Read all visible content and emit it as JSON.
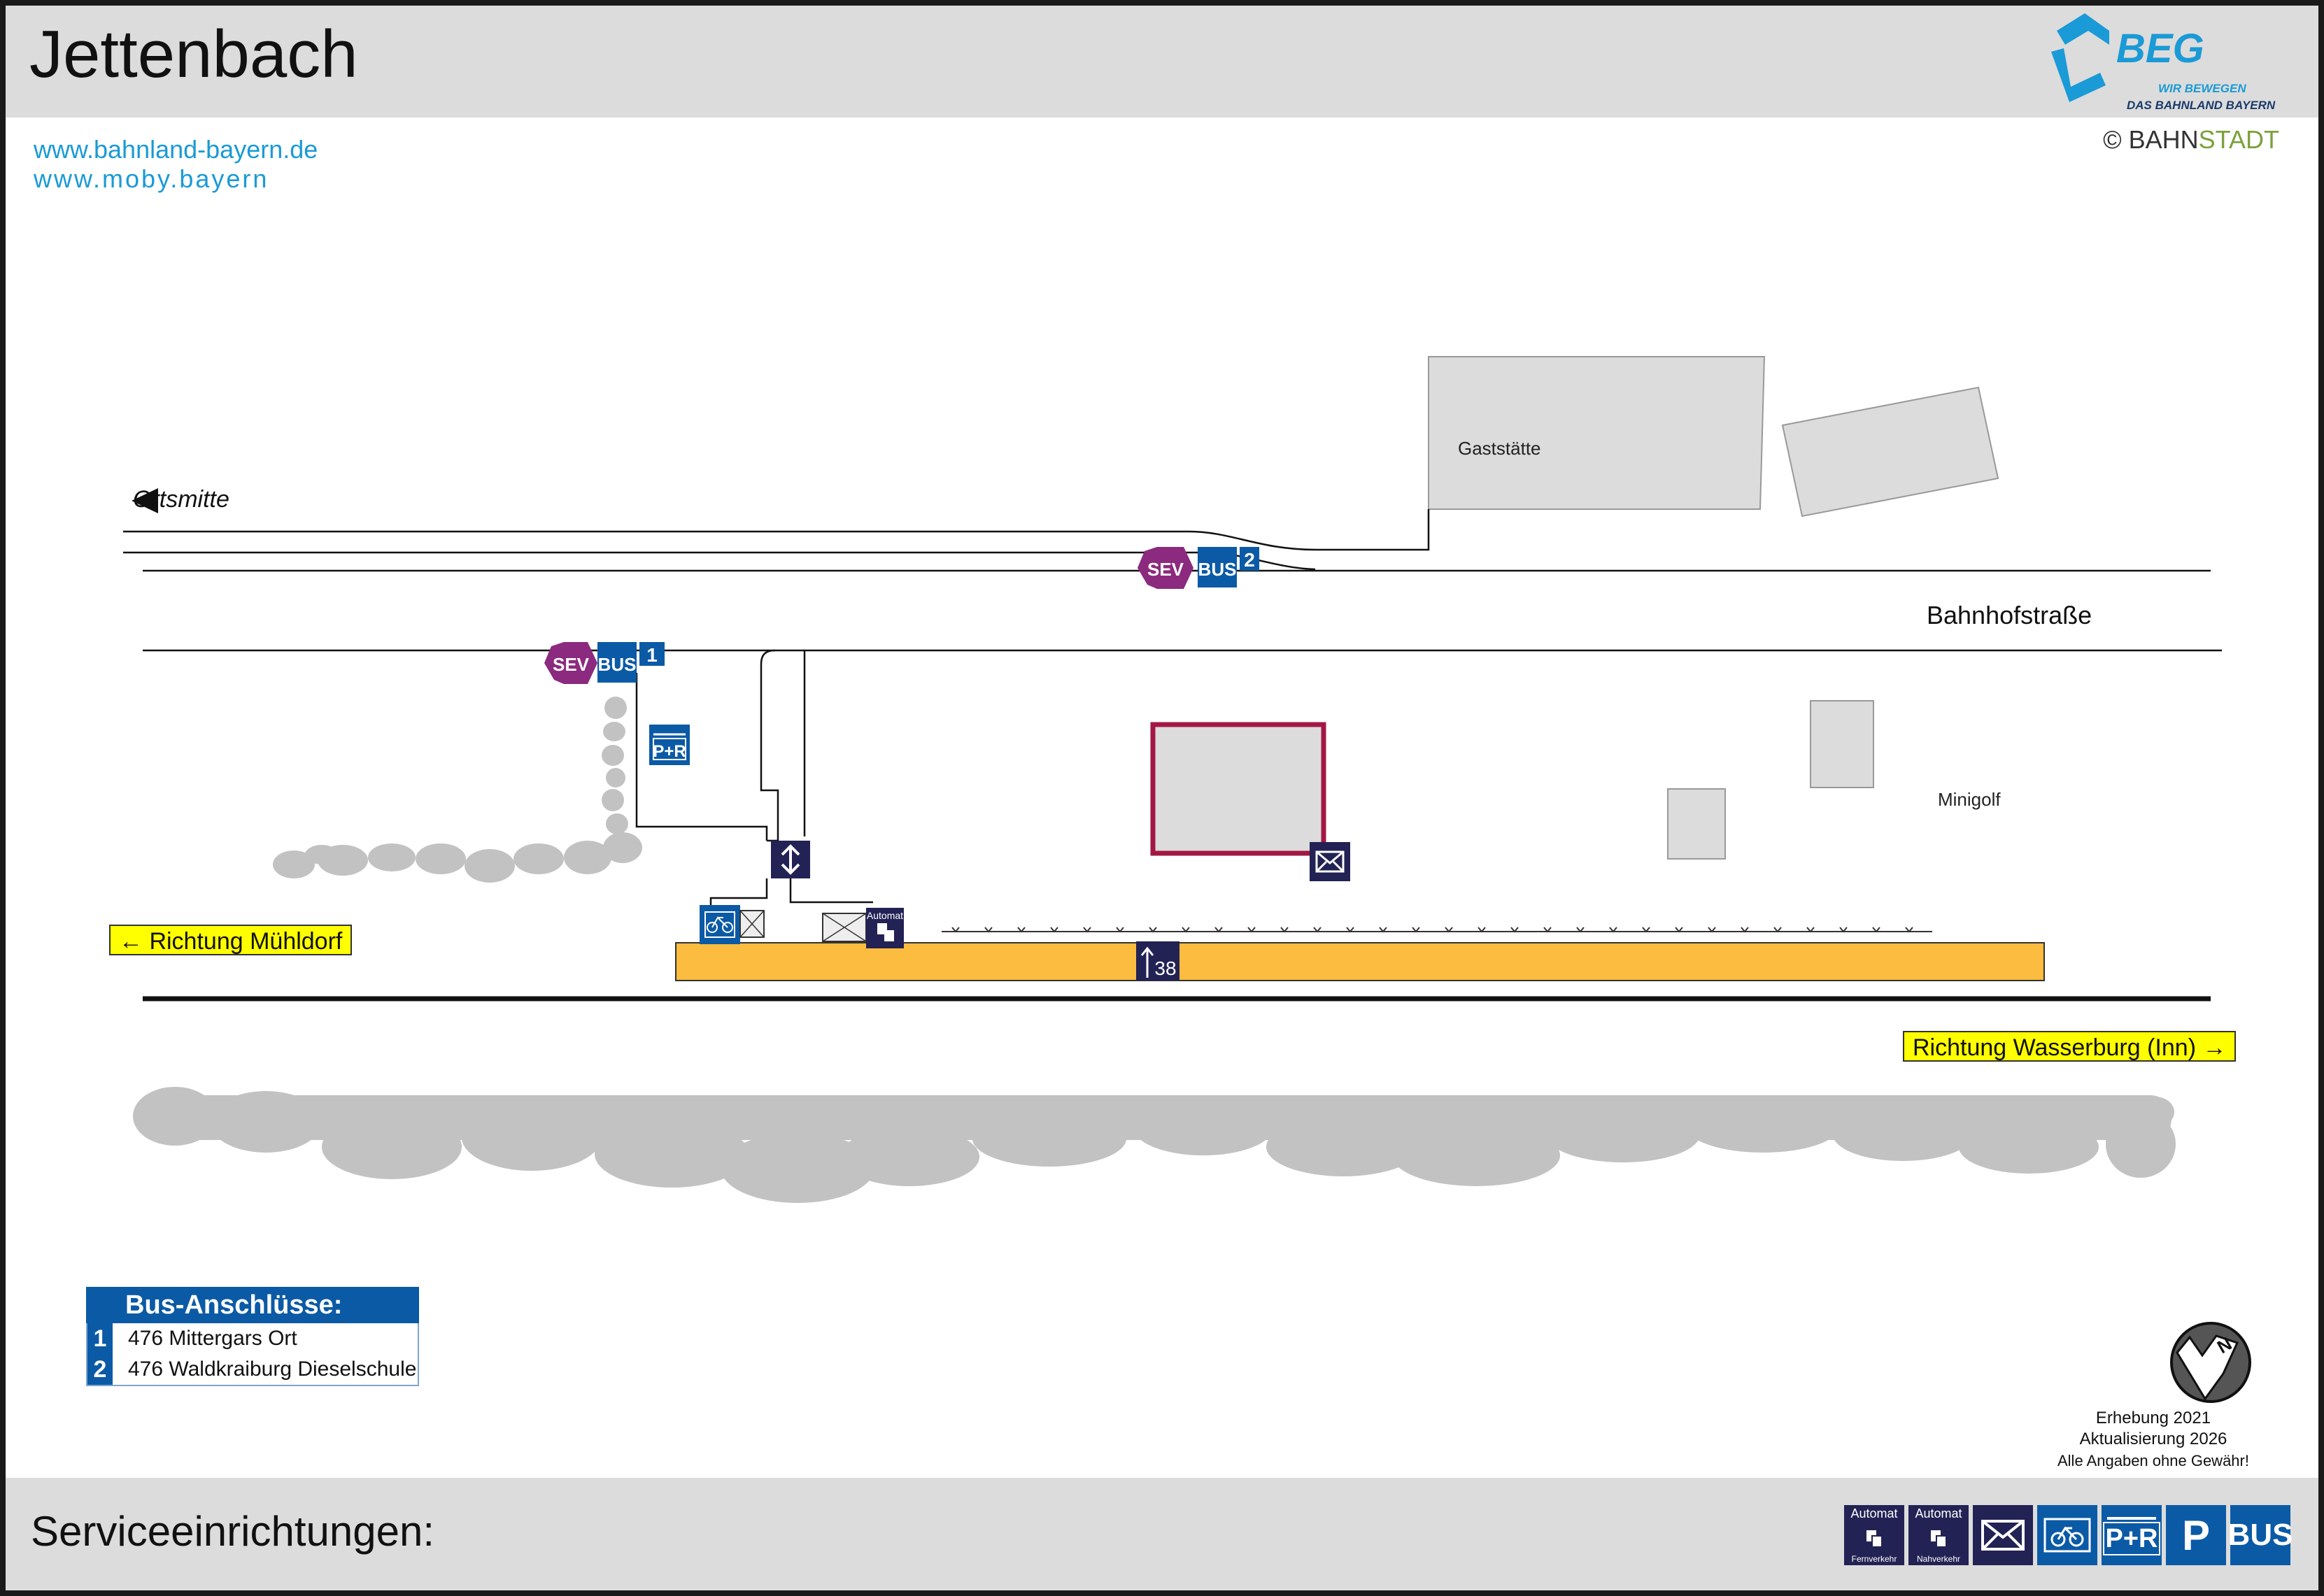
{
  "header": {
    "title": "Jettenbach"
  },
  "links": [
    "www.bahnland-bayern.de",
    "www.moby.bayern"
  ],
  "logo": {
    "name": "BEG",
    "tagline1": "WIR BEWEGEN",
    "tagline2": "DAS BAHNLAND BAYERN"
  },
  "copyright": {
    "symbol": "©",
    "part1": "BAHN",
    "part2": "STADT"
  },
  "map": {
    "ortsmitte": "Ortsmitte",
    "street": "Bahnhofstraße",
    "gaststaette": "Gaststätte",
    "minigolf": "Minigolf",
    "dir_left": "← Richtung Mühldorf",
    "dir_right": "Richtung Wasserburg (Inn) →",
    "platform_length": "38",
    "sev": "SEV",
    "bus": "BUS",
    "stop1": "1",
    "stop2": "2",
    "pr": "P+R",
    "automat": "Automat"
  },
  "bus_connections": {
    "title": "Bus-Anschlüsse:",
    "rows": [
      {
        "num": "1",
        "text": "476 Mittergars Ort"
      },
      {
        "num": "2",
        "text": "476 Waldkraiburg Dieselschule"
      }
    ]
  },
  "survey": {
    "line1": "Erhebung 2021",
    "line2": "Aktualisierung 2026",
    "line3": "Alle Angaben ohne Gewähr!"
  },
  "compass": "N",
  "services": {
    "title": "Serviceeinrichtungen:",
    "automat": "Automat",
    "fern": "Fernverkehr",
    "nah": "Nahverkehr",
    "pr": "P+R",
    "p": "P",
    "bus": "BUS"
  },
  "colors": {
    "beg_blue": "#1a9ad6",
    "bus_blue": "#0b5aa6",
    "sev_purple": "#8b2a7e",
    "navy": "#222255",
    "platform": "#fbbc3f",
    "direction": "#ffff00",
    "station_building": "#a31744",
    "building_gray": "#dcdcdc"
  }
}
